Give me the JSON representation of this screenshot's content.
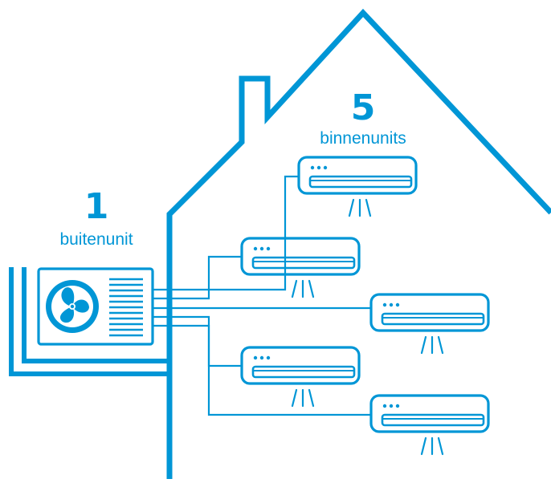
{
  "colors": {
    "accent": "#0096d6",
    "background": "#ffffff"
  },
  "outdoor": {
    "count": "1",
    "label": "buitenunit"
  },
  "indoor": {
    "count": "5",
    "label": "binnenunits"
  },
  "icons": {
    "outdoor_unit": "fan-outdoor-unit-icon",
    "indoor_unit": "wall-air-conditioner-icon",
    "house": "house-outline-icon"
  }
}
